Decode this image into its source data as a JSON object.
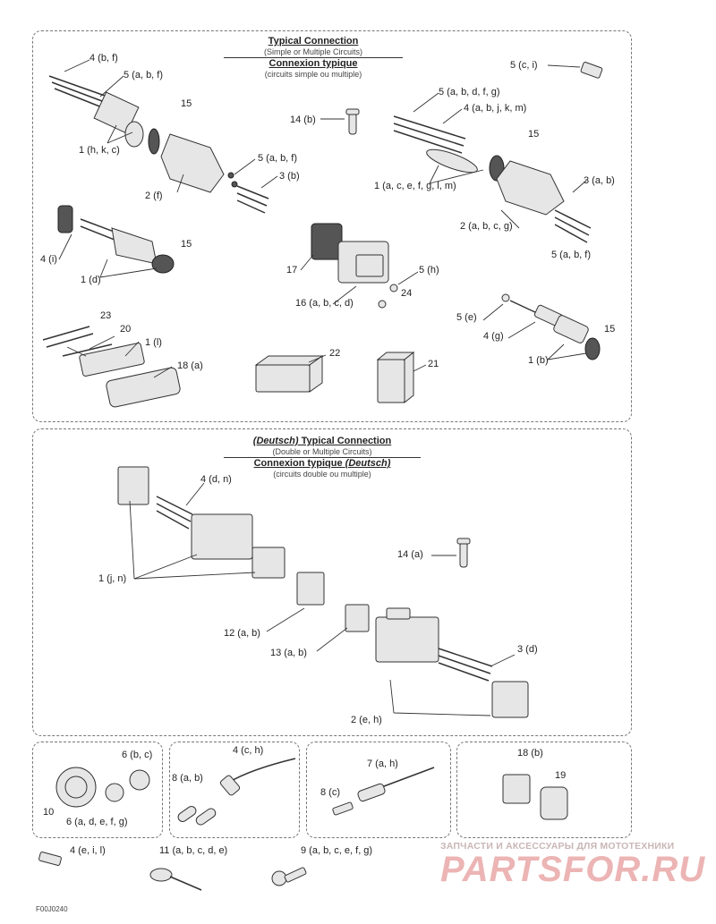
{
  "top_panel": {
    "title": "Typical Connection",
    "subtitle": "(Simple or Multiple Circuits)",
    "title_fr": "Connexion typique",
    "subtitle_fr": "(circuits simple ou multiple)"
  },
  "mid_panel": {
    "title_brand": "(Deutsch)",
    "title": "Typical Connection",
    "subtitle": "(Double or Multiple Circuits)",
    "title_fr": "Connexion typique",
    "title_fr_brand": "(Deutsch)",
    "subtitle_fr": "(circuits double ou multiple)"
  },
  "labels": {
    "l4bf": "4 (b, f)",
    "l5abf_a": "5 (a, b, f)",
    "l1hkc": "1 (h, k, c)",
    "l15_a": "15",
    "l2f": "2 (f)",
    "l5abf_b": "5 (a, b, f)",
    "l3b": "3 (b)",
    "l14b": "14 (b)",
    "l5ci": "5 (c, i)",
    "l5abdfg": "5 (a, b, d, f, g)",
    "l4abjkm": "4 (a, b, j, k, m)",
    "l15_b": "15",
    "l1acefglm": "1 (a, c, e, f, g, l, m)",
    "l3ab": "3 (a, b)",
    "l2abcg": "2 (a, b, c, g)",
    "l5abf_c": "5 (a, b, f)",
    "l4i": "4 (i)",
    "l15_c": "15",
    "l1d": "1 (d)",
    "l17": "17",
    "l5h": "5 (h)",
    "l24": "24",
    "l16abcd": "16 (a, b, c, d)",
    "l5e": "5 (e)",
    "l4g": "4 (g)",
    "l15_d": "15",
    "l1b": "1 (b)",
    "l23": "23",
    "l20": "20",
    "l1l": "1 (l)",
    "l18a": "18 (a)",
    "l22": "22",
    "l21": "21",
    "l4dn": "4 (d, n)",
    "l1jn": "1 (j, n)",
    "l14a": "14 (a)",
    "l12ab": "12 (a, b)",
    "l13ab": "13 (a, b)",
    "l3d": "3 (d)",
    "l2eh": "2 (e, h)",
    "l6bc": "6 (b, c)",
    "l10": "10",
    "l6adefg": "6 (a, d, e, f, g)",
    "l4ch": "4 (c, h)",
    "l8ab": "8 (a, b)",
    "l7ah": "7 (a, h)",
    "l8c": "8 (c)",
    "l18b": "18 (b)",
    "l19": "19",
    "l4eil": "4 (e, i, l)",
    "l11abcde": "11 (a, b, c, d, e)",
    "l9abcefg": "9 (a, b, c, e, f, g)"
  },
  "watermark": {
    "line1": "ЗАПЧАСТИ И АКСЕССУАРЫ ДЛЯ МОТОТЕХНИКИ",
    "line2": "PARTSFOR.RU"
  },
  "drawing_code": "F00J0240"
}
